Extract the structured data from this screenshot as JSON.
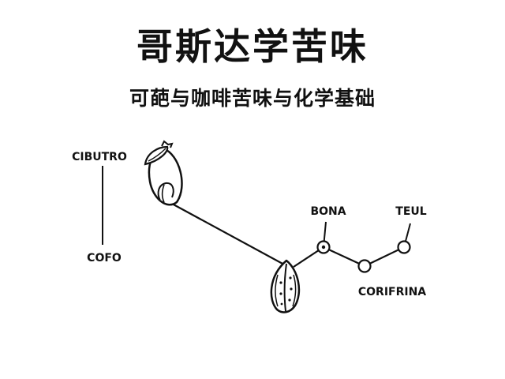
{
  "header": {
    "title": "哥斯达学苦味",
    "subtitle": "可葩与咖啡苦味与化学基础"
  },
  "diagram": {
    "labels": {
      "cibutro": "CIBUTRO",
      "cofo": "COFO",
      "bona": "BONA",
      "teul": "TEUL",
      "corifrina": "CORIFRINA"
    },
    "icons": {
      "top_pod": "coffee-cherry-icon",
      "bottom_pod": "cacao-pod-icon"
    },
    "colors": {
      "ink": "#111111",
      "background": "#ffffff"
    }
  }
}
